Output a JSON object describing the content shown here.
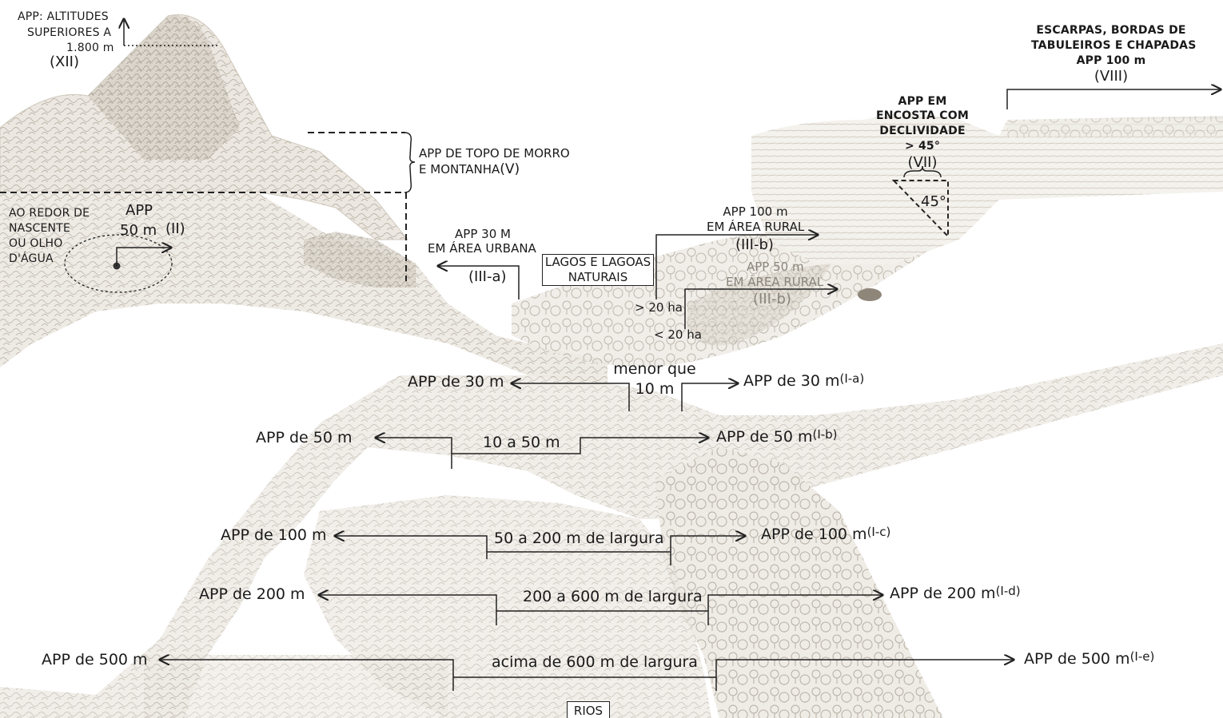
{
  "labels": {
    "xii_l1": "APP: ALTITUDES",
    "xii_l2": "SUPERIORES A",
    "xii_l3": "1.800 m",
    "xii_roman": "(XII)",
    "ii_l1": "AO REDOR DE",
    "ii_l2": "NASCENTE",
    "ii_l3": "OU OLHO",
    "ii_l4": "D'ÁGUA",
    "ii_app": "APP",
    "ii_dist": "50 m",
    "ii_roman": "(II)",
    "v_l1": "APP DE TOPO DE MORRO",
    "v_l2": "E MONTANHA",
    "v_roman": "(V)",
    "iiia_l1": "APP 30 M",
    "iiia_l2": "EM ÁREA URBANA",
    "iiia_roman": "(III-a)",
    "lagos_l1": "LAGOS E LAGOAS",
    "lagos_l2": "NATURAIS",
    "iiib100_l1": "APP 100 m",
    "iiib100_l2": "EM ÁREA RURAL",
    "iiib100_roman": "(III-b)",
    "iiib50_l1": "APP 50 m",
    "iiib50_l2": "EM ÁREA RURAL",
    "iiib50_roman": "(III-b)",
    "gt20": "> 20 ha",
    "lt20": "< 20 ha",
    "vii_l1": "APP EM",
    "vii_l2": "ENCOSTA COM",
    "vii_l3": "DECLIVIDADE",
    "vii_l4": "> 45°",
    "vii_roman": "(VII)",
    "vii_angle": "45°",
    "viii_l1": "ESCARPAS, BORDAS DE",
    "viii_l2": "TABULEIROS E CHAPADAS",
    "viii_l3": "APP 100 m",
    "viii_roman": "(VIII)",
    "rios": "RIOS"
  },
  "rivers": [
    {
      "width_l1": "menor que",
      "width_l2": "10 m",
      "left": "APP de 30 m",
      "right": "APP de 30 m",
      "code": "(I-a)"
    },
    {
      "width_l1": "10 a 50 m",
      "left": "APP de 50 m",
      "right": "APP de 50 m",
      "code": "(I-b)"
    },
    {
      "width_l1": "50 a 200 m de largura",
      "left": "APP de 100 m",
      "right": "APP de 100 m",
      "code": "(I-c)"
    },
    {
      "width_l1": "200 a 600 m de largura",
      "left": "APP de 200 m",
      "right": "APP de 200 m",
      "code": "(I-d)"
    },
    {
      "width_l1": "acima de 600 m de largura",
      "left": "APP de 500 m",
      "right": "APP de 500 m",
      "code": "(I-e)"
    }
  ],
  "colors": {
    "ink": "#1a1a1a",
    "sketch": "#c9c2b6",
    "sketch_dark": "#a8a095"
  }
}
